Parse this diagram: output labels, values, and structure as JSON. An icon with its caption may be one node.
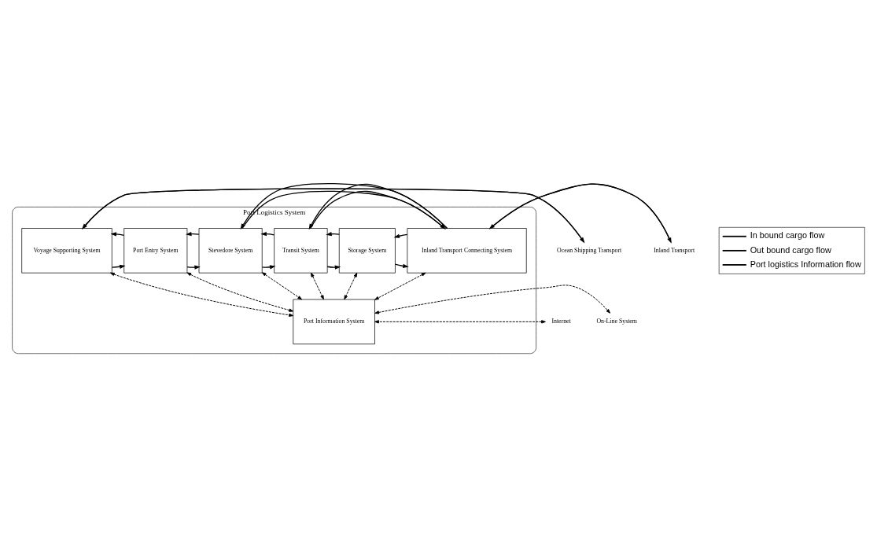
{
  "diagram": {
    "nodes": [
      {
        "text": [
          "Port Logistics System"
        ]
      },
      {
        "text": [
          "Ocean Shipping Transport"
        ]
      },
      {
        "text": [
          "Voyage Supporting System"
        ],
        "in": 0
      },
      {
        "text": [
          "Port Entry System"
        ],
        "in": 0
      },
      {
        "text": [
          "Stevedore System"
        ],
        "in": 0
      },
      {
        "text": [
          "Transit System"
        ],
        "in": 0
      },
      {
        "text": [
          "Storage System"
        ],
        "in": 0
      },
      {
        "text": [
          "Inland Transport Connecting System"
        ],
        "in": 0
      },
      {
        "text": [
          "Inland Transport"
        ]
      },
      {
        "text": [
          "Port Information System"
        ],
        "in": 0
      },
      {
        "text": [
          "Internet"
        ]
      },
      {
        "text": [
          "On-Line System"
        ]
      }
    ],
    "edges": [
      {
        "from": 1,
        "to": 2,
        "arrow": "to"
      },
      {
        "from": 2,
        "to": 1,
        "arrow": "to"
      },
      {
        "from": 2,
        "to": 3,
        "arrow": "to"
      },
      {
        "from": 3,
        "to": 2,
        "arrow": "to"
      },
      {
        "from": 3,
        "to": 4,
        "arrow": "to"
      },
      {
        "from": 4,
        "to": 3,
        "arrow": "to"
      },
      {
        "from": 4,
        "to": 7,
        "arrow": "to"
      },
      {
        "from": 7,
        "to": 4,
        "arrow": "to"
      },
      {
        "from": 4,
        "to": 5,
        "arrow": "to"
      },
      {
        "from": 5,
        "to": 4,
        "arrow": "to"
      },
      {
        "from": 5,
        "to": 6,
        "arrow": "to"
      },
      {
        "from": 6,
        "to": 5,
        "arrow": "to"
      },
      {
        "from": 5,
        "to": 7,
        "arrow": "to"
      },
      {
        "from": 7,
        "to": 5,
        "arrow": "to"
      },
      {
        "from": 6,
        "to": 7,
        "arrow": "to"
      },
      {
        "from": 7,
        "to": 6,
        "arrow": "to"
      },
      {
        "from": 7,
        "to": 8,
        "arrow": "to"
      },
      {
        "from": 8,
        "to": 7,
        "arrow": "to"
      },
      {
        "from": 2,
        "to": 9,
        "arrow": "both",
        "style": "dashed"
      },
      {
        "from": 3,
        "to": 9,
        "arrow": "both",
        "style": "dashed"
      },
      {
        "from": 4,
        "to": 9,
        "arrow": "both",
        "style": "dashed"
      },
      {
        "from": 5,
        "to": 9,
        "arrow": "both",
        "style": "dashed"
      },
      {
        "from": 6,
        "to": 9,
        "arrow": "both",
        "style": "dashed"
      },
      {
        "from": 7,
        "to": 9,
        "arrow": "both",
        "style": "dashed"
      },
      {
        "from": 10,
        "to": 9,
        "arrow": "both",
        "style": "dashed"
      },
      {
        "from": 9,
        "to": 11,
        "arrow": "both",
        "style": "dashed"
      }
    ],
    "legend": [
      {
        "text": "In bound cargo flow"
      },
      {
        "text": "Out bound cargo flow"
      },
      {
        "text": "Port logistics Information flow"
      }
    ]
  }
}
